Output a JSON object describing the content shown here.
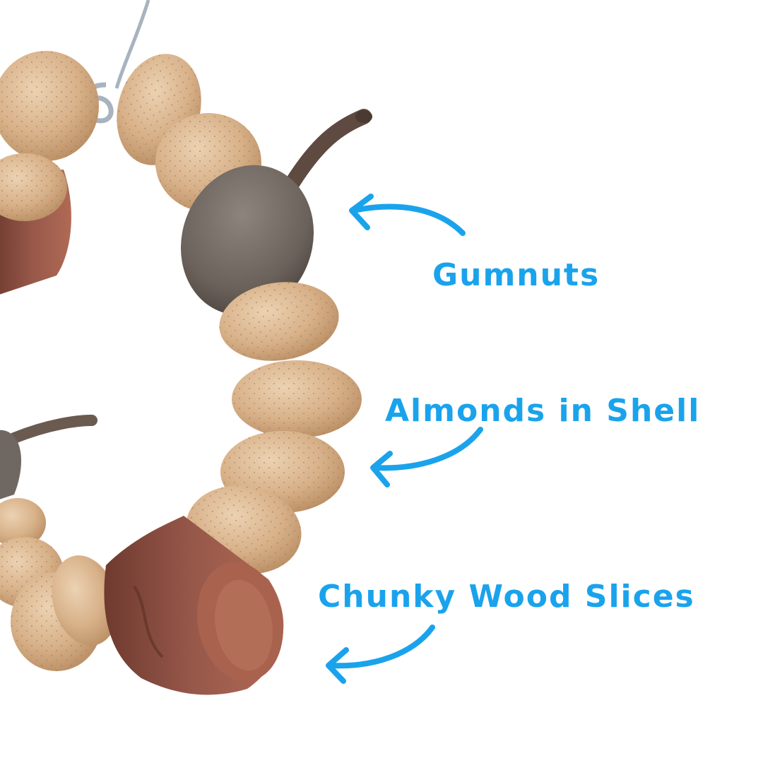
{
  "labels": {
    "gumnuts": "Gumnuts",
    "almonds": "Almonds in Shell",
    "wood": "Chunky Wood Slices"
  },
  "colors": {
    "label": "#1aa3ec",
    "almond": "#d9b48c",
    "gumnut": "#6f6761",
    "wood": "#8a4b3c",
    "wire": "#a9b3bf"
  },
  "icons": [
    "arrow-icon"
  ]
}
